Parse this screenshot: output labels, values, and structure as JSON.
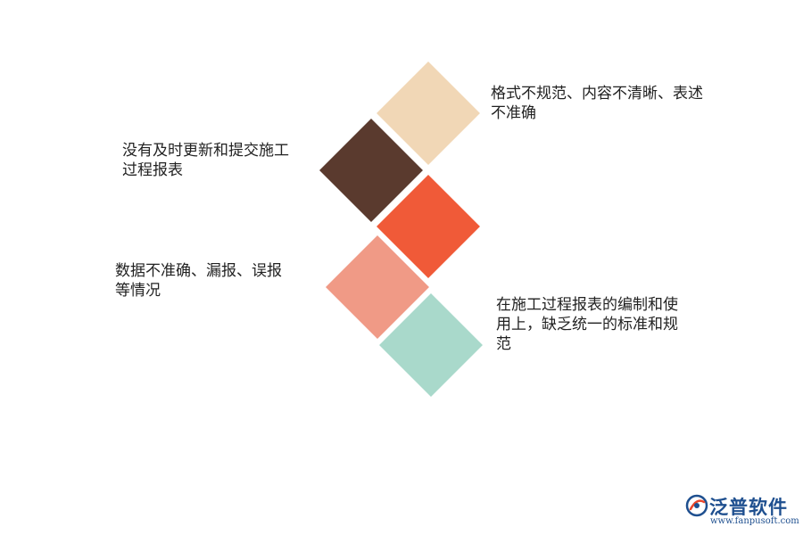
{
  "diagram": {
    "items": [
      {
        "color": "#f1d7b6",
        "lines": [
          "格式不规范、内容不清晰、表述",
          "不准确"
        ]
      },
      {
        "color": "#5a3a2e",
        "lines": [
          "没有及时更新和提交施工",
          "过程报表"
        ]
      },
      {
        "color": "#f05a38",
        "lines": []
      },
      {
        "color": "#f09a86",
        "lines": [
          "数据不准确、漏报、误报",
          "等情况"
        ]
      },
      {
        "color": "#a9d9cb",
        "lines": [
          "在施工过程报表的编制和使",
          "用上，缺乏统一的标准和规",
          "范"
        ]
      }
    ]
  },
  "logo": {
    "name": "泛普软件",
    "url": "www.fanpusoft.com"
  }
}
